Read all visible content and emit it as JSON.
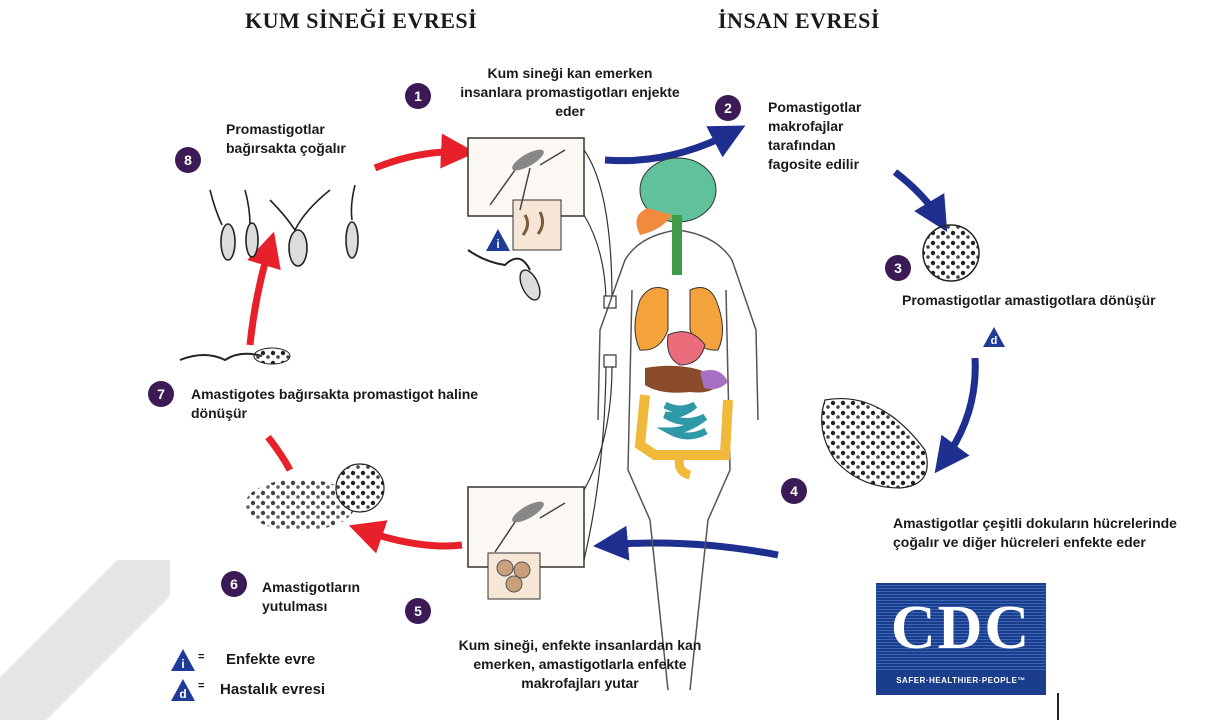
{
  "titles": {
    "sand_fly_stage": "KUM SİNEĞİ EVRESİ",
    "human_stage": "İNSAN EVRESİ"
  },
  "steps": {
    "s1": {
      "number": "1",
      "lines": [
        "Kum sineği kan emerken",
        "insanlara promastigotları enjekte",
        "eder"
      ]
    },
    "s2": {
      "number": "2",
      "lines": [
        "Pomastigotlar",
        "makrofajlar",
        "tarafından",
        "fagosite edilir"
      ]
    },
    "s3": {
      "number": "3",
      "lines": [
        "Promastigotlar amastigotlara dönüşür"
      ]
    },
    "s4": {
      "number": "4",
      "lines": [
        "Amastigotlar çeşitli dokuların hücrelerinde",
        "çoğalır ve diğer hücreleri enfekte eder"
      ]
    },
    "s5": {
      "number": "5",
      "lines": [
        "Kum sineği, enfekte insanlardan kan",
        "emerken, amastigotlarla enfekte",
        "makrofajları yutar"
      ]
    },
    "s6": {
      "number": "6",
      "lines": [
        "Amastigotların",
        "yutulması"
      ]
    },
    "s7": {
      "number": "7",
      "lines": [
        "Amastigotes bağırsakta promastigot haline",
        "dönüşür"
      ]
    },
    "s8": {
      "number": "8",
      "lines": [
        "Promastigotlar",
        "bağırsakta çoğalır"
      ]
    }
  },
  "markers": {
    "infective": "i",
    "diagnostic": "d"
  },
  "legend": {
    "infective_label": "Enfekte evre",
    "diagnostic_label": "Hastalık evresi",
    "equals": "="
  },
  "logo": {
    "text": "CDC",
    "tagline": "SAFER·HEALTHIER·PEOPLE™"
  },
  "colors": {
    "human_arrow": "#1f2f8f",
    "fly_arrow": "#e8202a",
    "step_badge": "#3b1a55",
    "marker": "#1f3a99",
    "logo_blue": "#1a3d8c"
  }
}
